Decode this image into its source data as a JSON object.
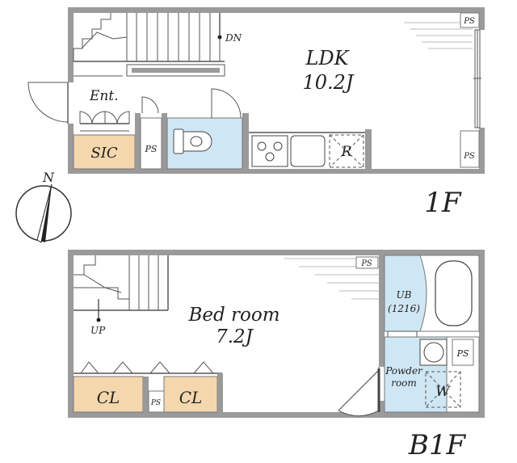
{
  "colors": {
    "wall": "#9a9a9a",
    "closet": "#f5d7ad",
    "wet_area": "#cfe6f4",
    "line": "#333333"
  },
  "floor1": {
    "level_label": "1F",
    "ldk": {
      "name": "LDK",
      "size": "10.2J"
    },
    "entrance": "Ent.",
    "sic": "SIC",
    "ps_shaft": "PS",
    "ps_top_right": "PS",
    "ps_right": "PS",
    "stair_direction": "DN",
    "refrigerator": "R"
  },
  "floor_b1": {
    "level_label": "B1F",
    "bedroom": {
      "name": "Bed room",
      "size": "7.2J"
    },
    "closet_left": "CL",
    "closet_right": "CL",
    "ps_between_closets": "PS",
    "ps_top": "PS",
    "ps_bath": "PS",
    "unit_bath_line1": "UB",
    "unit_bath_line2": "(1216)",
    "powder_line1": "Powder",
    "powder_line2": "room",
    "washer": "W",
    "stair_direction": "UP"
  },
  "compass": {
    "north": "N"
  }
}
